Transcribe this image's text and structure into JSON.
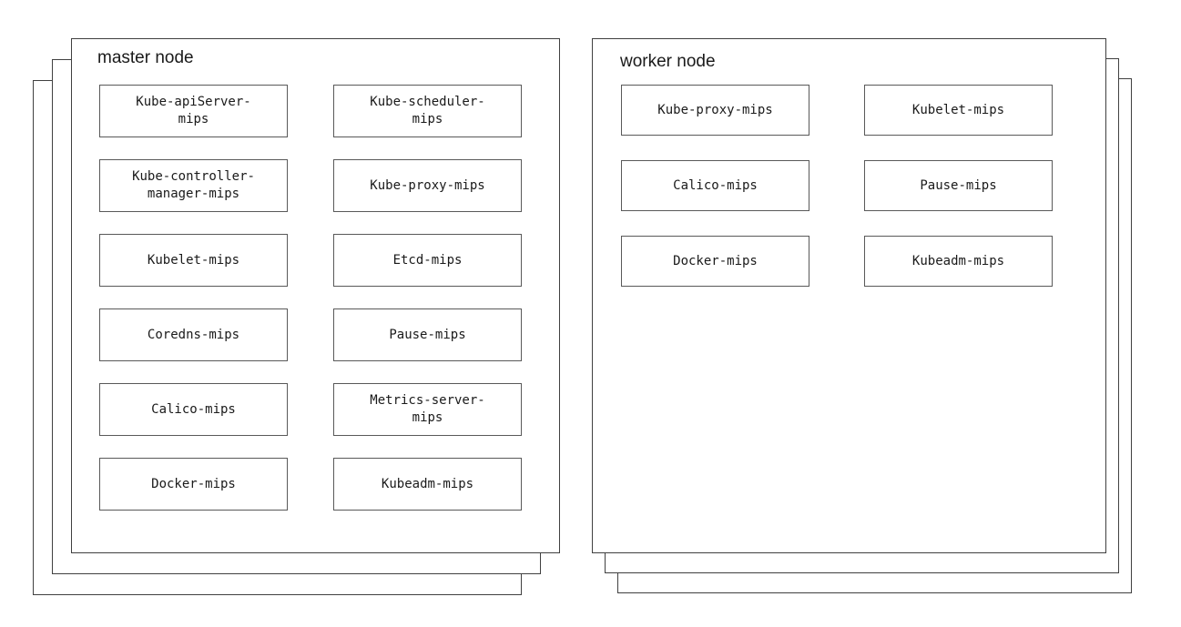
{
  "master": {
    "title": "master node",
    "columns": [
      [
        "Kube-apiServer-\nmips",
        "Kube-controller-\nmanager-mips",
        "Kubelet-mips",
        "Coredns-mips",
        "Calico-mips",
        "Docker-mips"
      ],
      [
        "Kube-scheduler-\nmips",
        "Kube-proxy-mips",
        "Etcd-mips",
        "Pause-mips",
        "Metrics-server-\nmips",
        "Kubeadm-mips"
      ]
    ]
  },
  "worker": {
    "title": "worker node",
    "columns": [
      [
        "Kube-proxy-mips",
        "Calico-mips",
        "Docker-mips"
      ],
      [
        "Kubelet-mips",
        "Pause-mips",
        "Kubeadm-mips"
      ]
    ]
  },
  "colors": {
    "background": "#ffffff",
    "node_border": "#404040",
    "box_border": "#595959",
    "text": "#1a1a1a"
  }
}
